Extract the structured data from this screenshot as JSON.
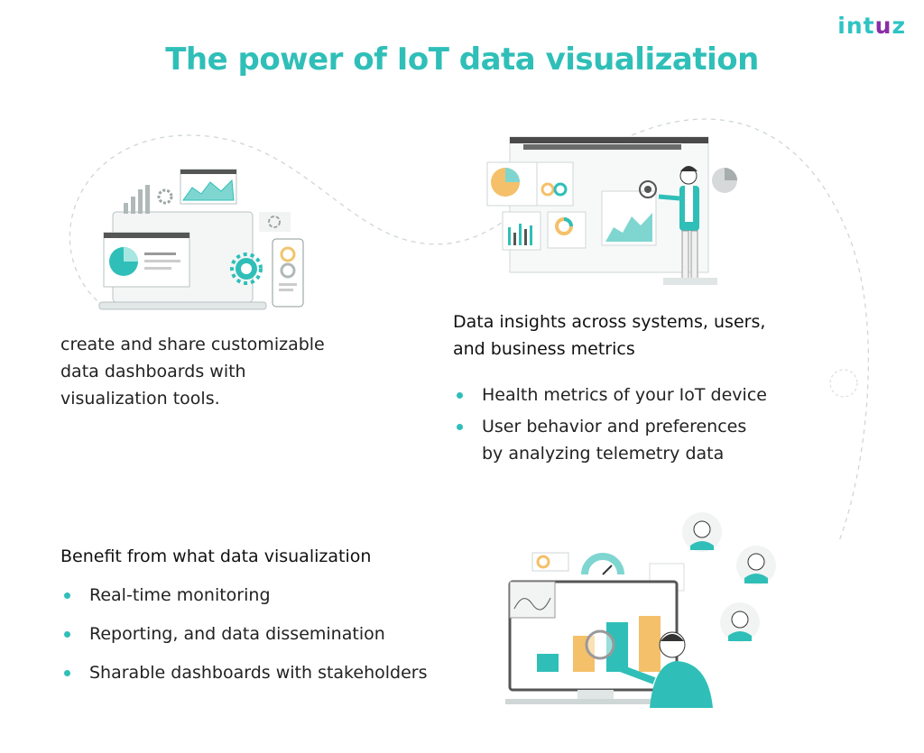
{
  "brand": {
    "logo_part1": "int",
    "logo_part2": "u",
    "logo_part3": "z",
    "accent_color": "#2fbfb8",
    "secondary_color": "#8a2ea8"
  },
  "title": "The power of IoT data visualization",
  "left_block": {
    "lines": [
      "create and share customizable",
      "data dashboards with",
      "visualization tools."
    ]
  },
  "right_block": {
    "heading_lines": [
      "Data insights across systems, users,",
      "and business metrics"
    ],
    "bullets": [
      {
        "lines": [
          "Health metrics of your IoT device"
        ]
      },
      {
        "lines": [
          "User behavior and preferences",
          "by analyzing telemetry data"
        ]
      }
    ]
  },
  "bottom_block": {
    "heading": "Benefit from what data visualization",
    "bullets": [
      "Real-time monitoring",
      "Reporting, and data dissemination",
      "Sharable dashboards with stakeholders"
    ]
  },
  "icons": {
    "illustration_1": "dashboard-devices-illustration",
    "illustration_2": "presenter-dashboard-illustration",
    "illustration_3": "analyst-chart-illustration"
  }
}
